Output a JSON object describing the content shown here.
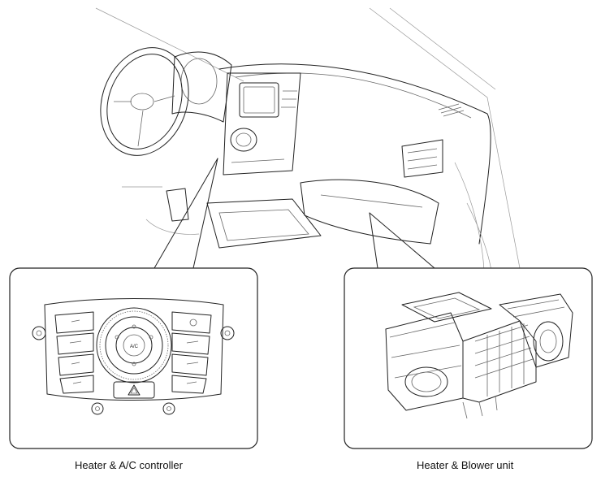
{
  "figure": {
    "callouts": [
      {
        "id": "left",
        "label": "Heater & A/C controller"
      },
      {
        "id": "right",
        "label": "Heater & Blower unit"
      }
    ],
    "controller_button_label": "A/C"
  }
}
